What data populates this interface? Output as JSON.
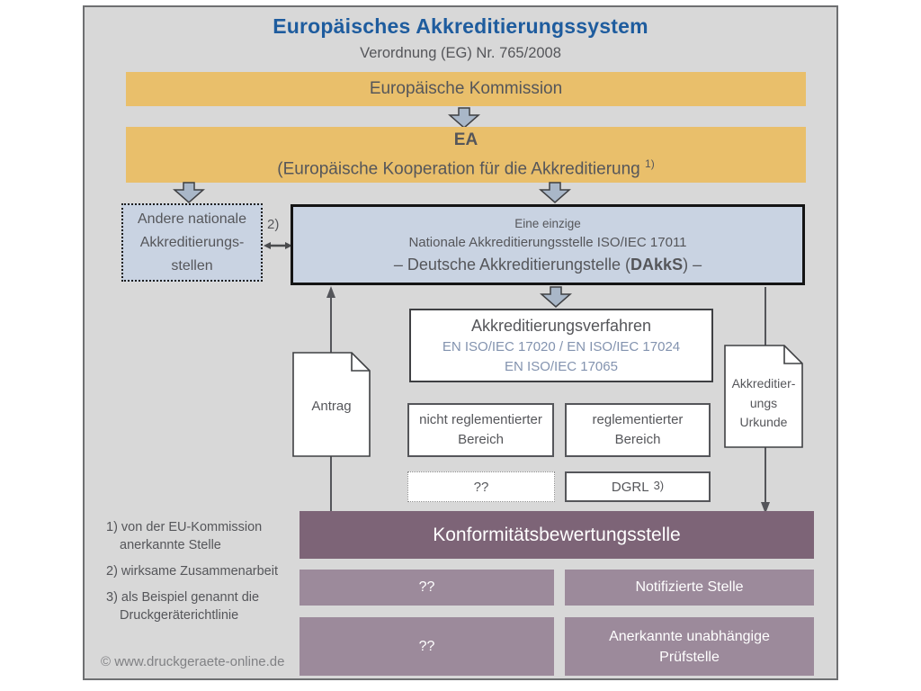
{
  "header": {
    "title": "Europäisches Akkreditierungssystem",
    "subtitle": "Verordnung (EG) Nr. 765/2008"
  },
  "boxes": {
    "kommission": {
      "label": "Europäische Kommission"
    },
    "ea": {
      "name": "EA",
      "line2": "(Europäische Kooperation für die Akkreditierung",
      "footnote_ref": "1)"
    },
    "andere": {
      "line1": "Andere nationale",
      "line2": "Akkreditierungs-",
      "line3": "stellen"
    },
    "link": {
      "label": "2)"
    },
    "dakks": {
      "line1": "Eine einzige",
      "line2": "Nationale Akkreditierungsstelle  ISO/IEC 17011",
      "line3_prefix": "– Deutsche Akkreditierungstelle (",
      "line3_bold": "DAkkS",
      "line3_suffix": ") –"
    },
    "verfahren": {
      "title": "Akkreditierungsverfahren",
      "iso_line1": "EN ISO/IEC 17020 / EN ISO/IEC 17024",
      "iso_line2": "EN ISO/IEC 17065"
    },
    "nicht_reglementiert": {
      "line1": "nicht reglementierter",
      "line2": "Bereich"
    },
    "reglementiert": {
      "line1": "reglementierter",
      "line2": "Bereich"
    },
    "unknown_top": {
      "label": "??"
    },
    "dgrl": {
      "label": "DGRL",
      "footnote_ref": "3)"
    },
    "antrag": {
      "label": "Antrag"
    },
    "urkunde": {
      "line1": "Akkreditier-",
      "line2": "ungs",
      "line3": "Urkunde"
    },
    "konformitaet": {
      "label": "Konformitätsbewertungsstelle"
    },
    "row1_left": {
      "label": "??"
    },
    "row1_right": {
      "label": "Notifizierte Stelle"
    },
    "row2_left": {
      "label": "??"
    },
    "row2_right": {
      "line1": "Anerkannte unabhängige",
      "line2": "Prüfstelle"
    }
  },
  "footnotes": {
    "f1_line1": "1) von der EU-Kommission",
    "f1_line2": "anerkannte Stelle",
    "f2": "2) wirksame Zusammenarbeit",
    "f3_line1": "3) als Beispiel genannt die",
    "f3_line2": "Druckgeräterichtlinie"
  },
  "copyright": "© www.druckgeraete-online.de",
  "colors": {
    "panel_bg": "#D8D8D8",
    "panel_border": "#6E6F71",
    "title_blue": "#1E5C9E",
    "yellow": "#E9BF6B",
    "light_blue": "#C9D3E2",
    "purple_dark": "#7D6477",
    "purple_light": "#9C8A9B",
    "text_gray": "#55565A",
    "iso_bluegray": "#8393AF",
    "block_arrow_fill": "#A9B7C8",
    "block_arrow_stroke": "#3F4043",
    "thin_arrow": "#54555A"
  }
}
